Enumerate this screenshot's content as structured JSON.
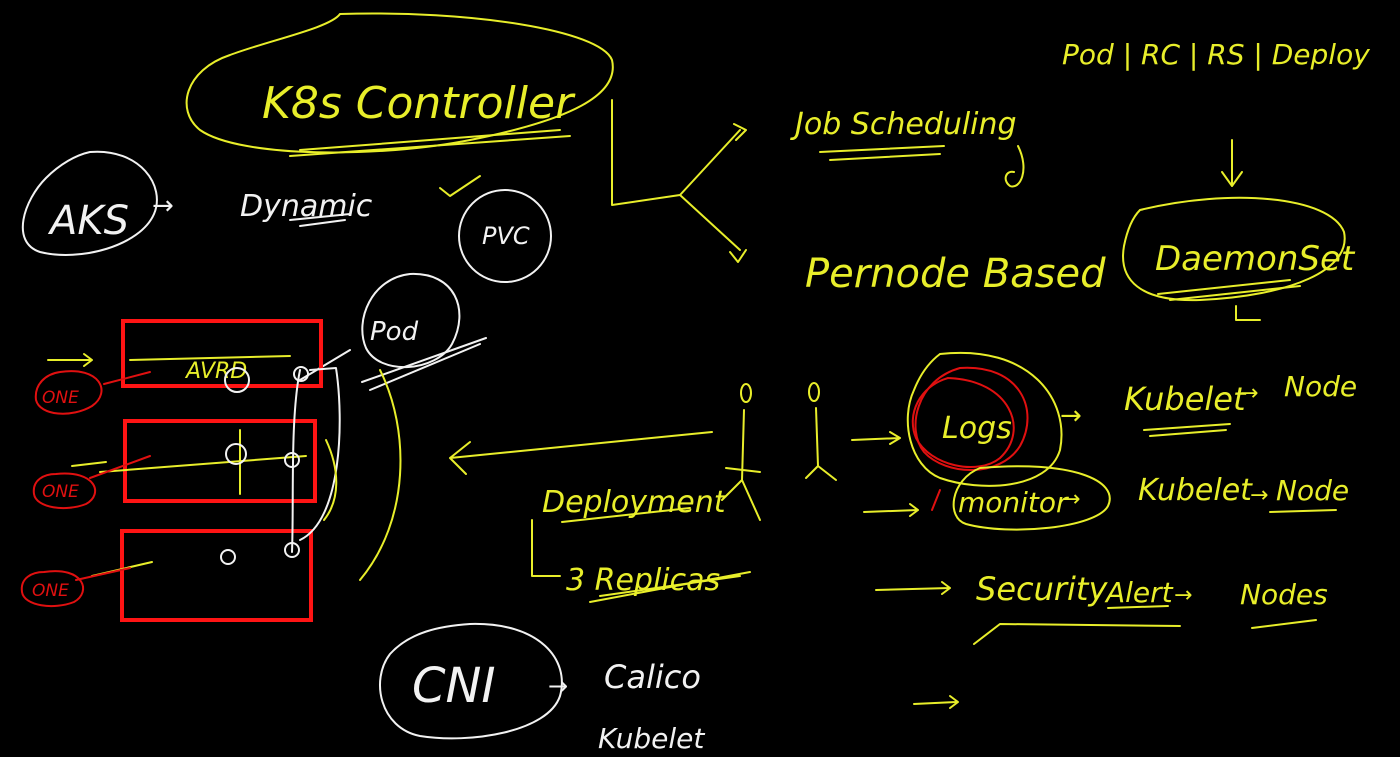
{
  "board": {
    "top_right": "Pod | RC | RS | Deploy",
    "k8s_controller": "K8s Controller",
    "job_scheduling": "Job Scheduling",
    "pernode_based": "Pernode Based",
    "daemonset": "DaemonSet",
    "aks": "AKS",
    "dynamic": "Dynamic",
    "pvc": "PVC",
    "pod": "Pod",
    "avrd": "AVRD",
    "one": "ONE",
    "deployment": "Deployment",
    "replicas": "3 Replicas",
    "logs": "Logs",
    "kubelet": "Kubelet",
    "node": "Node",
    "monitor": "monitor",
    "security": "Security",
    "alert": "Alert",
    "nodes": "Nodes",
    "cni": "CNI",
    "calico": "Calico",
    "arrow": "→"
  },
  "colors": {
    "background": "#000000",
    "yellow_ink": "#e8ee2a",
    "white_ink": "#f2f2f2",
    "red_ink": "#e01010",
    "box_red": "#ff1414"
  }
}
